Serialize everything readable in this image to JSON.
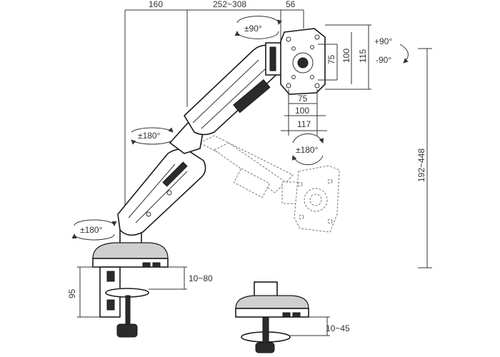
{
  "dimensions": {
    "top_base_width": "160",
    "top_arm_reach": "252~308",
    "top_head_offset": "56",
    "vesa_vertical_small": "75",
    "vesa_vertical_large": "100",
    "plate_height": "115",
    "vesa_horizontal_small": "75",
    "vesa_horizontal_large": "100",
    "plate_width": "117",
    "height_range": "192~448",
    "clamp_height": "95",
    "clamp_desk_thickness": "10~80",
    "grommet_desk_thickness": "10~45"
  },
  "rotations": {
    "head_swivel": "±90°",
    "head_tilt_up": "+90°",
    "head_tilt_down": "-90°",
    "head_rotation": "±180°",
    "elbow_swivel": "±180°",
    "base_swivel": "±180°"
  }
}
